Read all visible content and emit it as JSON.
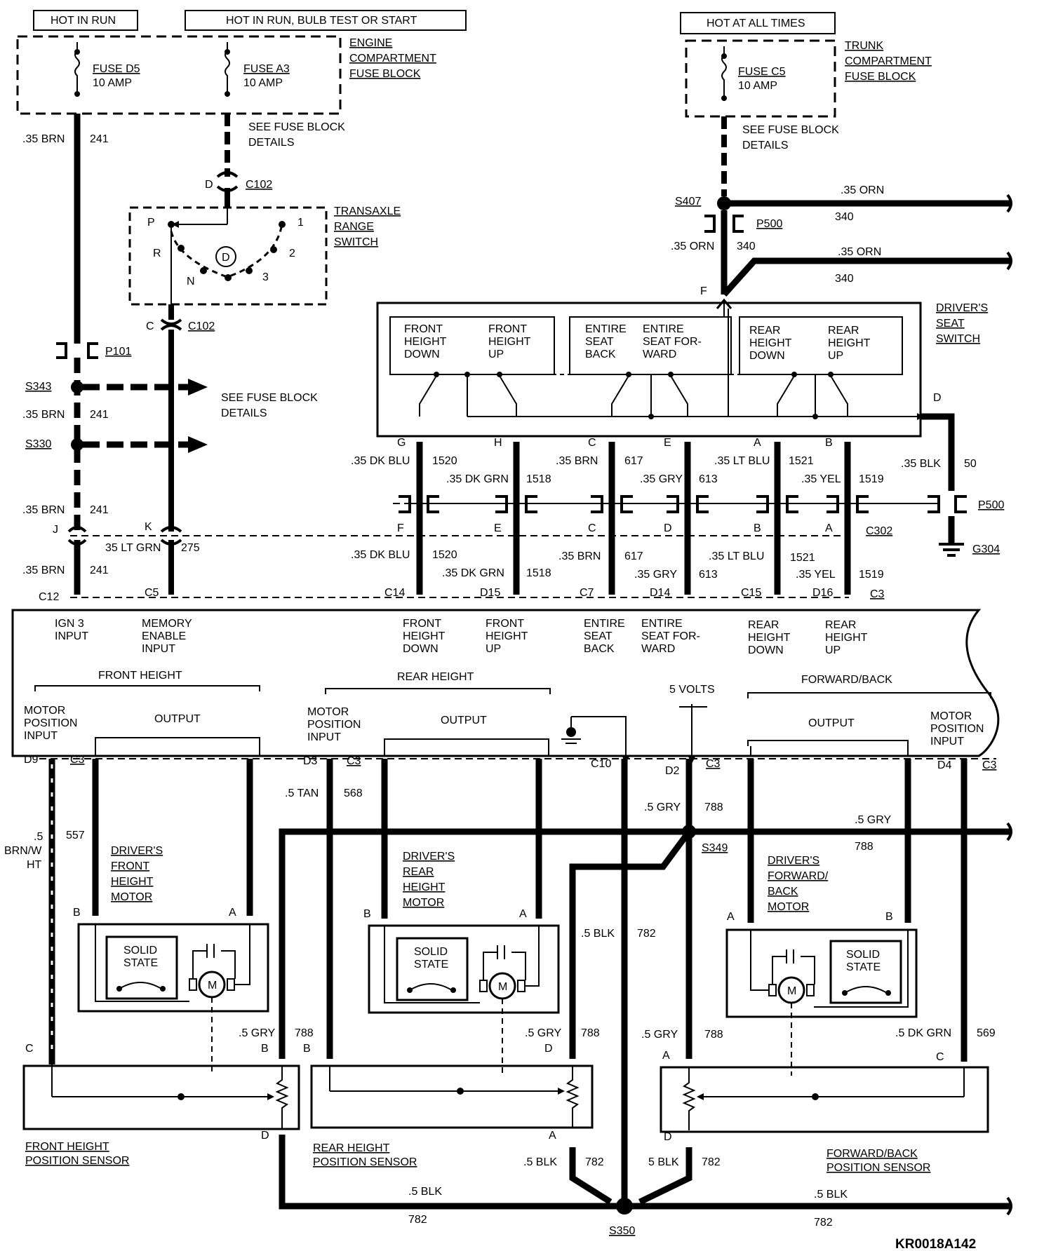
{
  "power": {
    "hot_in_run": "HOT IN RUN",
    "hot_run_bulb": "HOT IN RUN, BULB TEST OR START",
    "hot_all_times": "HOT AT ALL TIMES"
  },
  "fuses": {
    "d5_name": "FUSE D5",
    "d5_amp": "10 AMP",
    "a3_name": "FUSE A3",
    "a3_amp": "10 AMP",
    "c5_name": "FUSE C5",
    "c5_amp": "10 AMP",
    "engine_block": [
      "ENGINE",
      "COMPARTMENT",
      "FUSE BLOCK"
    ],
    "trunk_block": [
      "TRUNK",
      "COMPARTMENT",
      "FUSE BLOCK"
    ],
    "see_details": [
      "SEE FUSE BLOCK",
      "DETAILS"
    ]
  },
  "transaxle": {
    "label": [
      "TRANSAXLE",
      "RANGE",
      "SWITCH"
    ],
    "positions": {
      "p": "P",
      "r": "R",
      "n": "N",
      "d": "D",
      "one": "1",
      "two": "2",
      "three": "3"
    }
  },
  "connectors": {
    "c102": "C102",
    "c302": "C302",
    "p101": "P101",
    "p500": "P500",
    "s343": "S343",
    "s330": "S330",
    "s407": "S407",
    "s349": "S349",
    "s350": "S350",
    "g304": "G304",
    "c3": "C3"
  },
  "pins": {
    "d": "D",
    "c": "C",
    "f": "F",
    "j": "J",
    "k": "K",
    "g": "G",
    "h": "H",
    "e": "E",
    "a": "A",
    "b": "B",
    "c12": "C12",
    "c5": "C5",
    "c14": "C14",
    "d15": "D15",
    "c7": "C7",
    "d14": "D14",
    "c15": "C15",
    "d16": "D16",
    "d9": "D9",
    "d3": "D3",
    "c10": "C10",
    "d2": "D2",
    "d4": "D4"
  },
  "wires": {
    "brn": ".35 BRN",
    "n241": "241",
    "orn": ".35 ORN",
    "n340": "340",
    "lt_grn": "35 LT GRN",
    "n275": "275",
    "dk_blu": ".35 DK BLU",
    "n1520": "1520",
    "dk_grn": ".35 DK GRN",
    "n1518": "1518",
    "brn617": ".35 BRN",
    "n617": "617",
    "gry613": ".35 GRY",
    "n613": "613",
    "lt_blu": ".35 LT BLU",
    "n1521": "1521",
    "yel": ".35 YEL",
    "n1519": "1519",
    "blk35": ".35 BLK",
    "n50": "50",
    "tan": ".5 TAN",
    "n568": "568",
    "brnwht": ".5",
    "brnwht2": "BRN/W",
    "brnwht3": "HT",
    "n557": "557",
    "gry5": ".5 GRY",
    "n788": "788",
    "blk5": ".5 BLK",
    "n782": "782",
    "blk5b": "5 BLK",
    "dkgrn5": ".5 DK GRN",
    "n569": "569"
  },
  "seat_switch": {
    "label": [
      "DRIVER'S",
      "SEAT",
      "SWITCH"
    ],
    "front_down": [
      "FRONT",
      "HEIGHT",
      "DOWN"
    ],
    "front_up": [
      "FRONT",
      "HEIGHT",
      "UP"
    ],
    "seat_back": [
      "ENTIRE",
      "SEAT",
      "BACK"
    ],
    "seat_fwd": [
      "ENTIRE",
      "SEAT FOR-",
      "WARD"
    ],
    "rear_down": [
      "REAR",
      "HEIGHT",
      "DOWN"
    ],
    "rear_up": [
      "REAR",
      "HEIGHT",
      "UP"
    ]
  },
  "module": {
    "ign3": [
      "IGN 3",
      "INPUT"
    ],
    "mem": [
      "MEMORY",
      "ENABLE",
      "INPUT"
    ],
    "front_down": [
      "FRONT",
      "HEIGHT",
      "DOWN"
    ],
    "front_up": [
      "FRONT",
      "HEIGHT",
      "UP"
    ],
    "seat_back": [
      "ENTIRE",
      "SEAT",
      "BACK"
    ],
    "seat_fwd": [
      "ENTIRE",
      "SEAT FOR-",
      "WARD"
    ],
    "rear_down": [
      "REAR",
      "HEIGHT",
      "DOWN"
    ],
    "rear_up": [
      "REAR",
      "HEIGHT",
      "UP"
    ],
    "front_height": "FRONT HEIGHT",
    "rear_height": "REAR HEIGHT",
    "forward_back": "FORWARD/BACK",
    "output": "OUTPUT",
    "motor_pos": [
      "MOTOR",
      "POSITION",
      "INPUT"
    ],
    "five_volts": "5 VOLTS"
  },
  "motors": {
    "front": [
      "DRIVER'S",
      "FRONT",
      "HEIGHT",
      "MOTOR"
    ],
    "rear": [
      "DRIVER'S",
      "REAR",
      "HEIGHT",
      "MOTOR"
    ],
    "fwd": [
      "DRIVER'S",
      "FORWARD/",
      "BACK",
      "MOTOR"
    ],
    "solid_state": [
      "SOLID",
      "STATE"
    ],
    "m": "M"
  },
  "sensors": {
    "front": [
      "FRONT HEIGHT",
      "POSITION SENSOR"
    ],
    "rear": [
      "REAR HEIGHT",
      "POSITION SENSOR"
    ],
    "fwd": [
      "FORWARD/BACK",
      "POSITION SENSOR"
    ]
  },
  "figure_id": "KR0018A142"
}
